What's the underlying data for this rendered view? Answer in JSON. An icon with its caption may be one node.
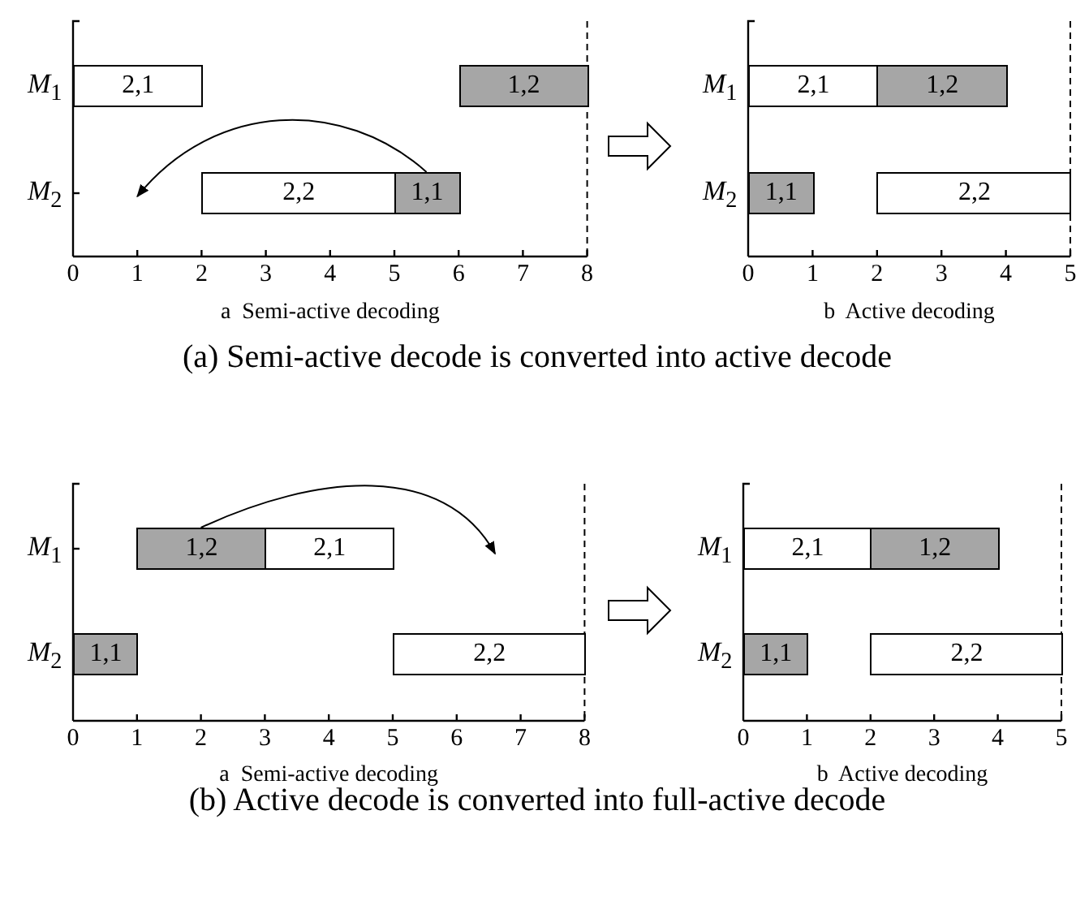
{
  "diagram": {
    "nodes": [
      {
        "text": [
          "2,1"
        ]
      },
      {
        "text": [
          "1,2"
        ]
      },
      {
        "text": [
          "2,2"
        ]
      },
      {
        "text": [
          "1,1"
        ]
      },
      {
        "text": [
          "2,1"
        ]
      },
      {
        "text": [
          "1,2"
        ]
      },
      {
        "text": [
          "1,1"
        ]
      },
      {
        "text": [
          "2,2"
        ]
      },
      {
        "text": [
          "1,2"
        ]
      },
      {
        "text": [
          "2,1"
        ]
      },
      {
        "text": [
          "1,1"
        ]
      },
      {
        "text": [
          "2,2"
        ]
      },
      {
        "text": [
          "2,1"
        ]
      },
      {
        "text": [
          "1,2"
        ]
      },
      {
        "text": [
          "1,1"
        ]
      },
      {
        "text": [
          "2,2"
        ]
      }
    ],
    "edges": [
      {
        "from": 3,
        "to": null,
        "arrow": "to"
      },
      {
        "from": 8,
        "to": null,
        "arrow": "to"
      }
    ],
    "labels": [
      "*M*$_{1}$",
      "*M*$_{2}$",
      "0",
      "1",
      "2",
      "3",
      "4",
      "5",
      "6",
      "7",
      "8",
      "a  Semi-active decoding",
      "*M*$_{1}$",
      "*M*$_{2}$",
      "0",
      "1",
      "2",
      "3",
      "4",
      "5",
      "b  Active decoding",
      "(a) Semi-active decode is converted into active decode",
      "*M*$_{1}$",
      "*M*$_{2}$",
      "0",
      "1",
      "2",
      "3",
      "4",
      "5",
      "6",
      "7",
      "8",
      "a  Semi-active decoding",
      "*M*$_{1}$",
      "*M*$_{2}$",
      "0",
      "1",
      "2",
      "3",
      "4",
      "5",
      "b  Active decoding",
      "(b) Active decode is converted into full-active decode"
    ]
  }
}
